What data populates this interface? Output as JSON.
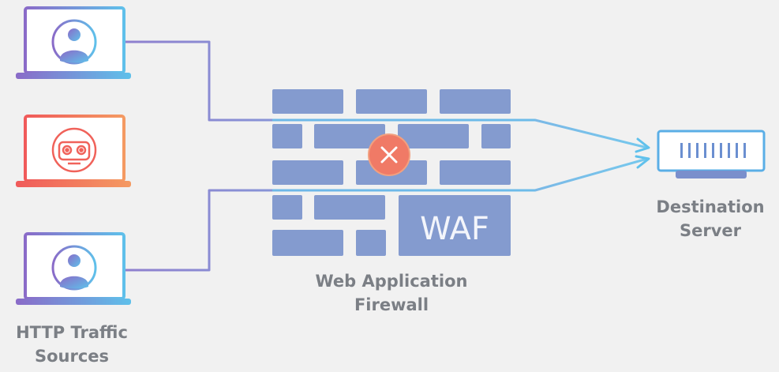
{
  "diagram": {
    "sources_label": [
      "HTTP Traffic",
      "Sources"
    ],
    "waf_label": [
      "Web Application",
      "Firewall"
    ],
    "destination_label": [
      "Destination",
      "Server"
    ],
    "waf_text": "WAF"
  },
  "colors": {
    "background": "#f1f1f1",
    "user_gradient_start": "#8a6bc8",
    "user_gradient_end": "#5fc0ea",
    "bot_gradient_start": "#f05a5a",
    "bot_gradient_end": "#f49a62",
    "wall_brick": "#7b94cc",
    "block_icon": "#f07a66",
    "server_outline": "#5aaee6",
    "label_text": "#7b7f85"
  },
  "icons": {
    "user_laptop": "user-icon",
    "bot_laptop": "robot-icon",
    "blocked": "close-icon",
    "server": "server-icon"
  }
}
